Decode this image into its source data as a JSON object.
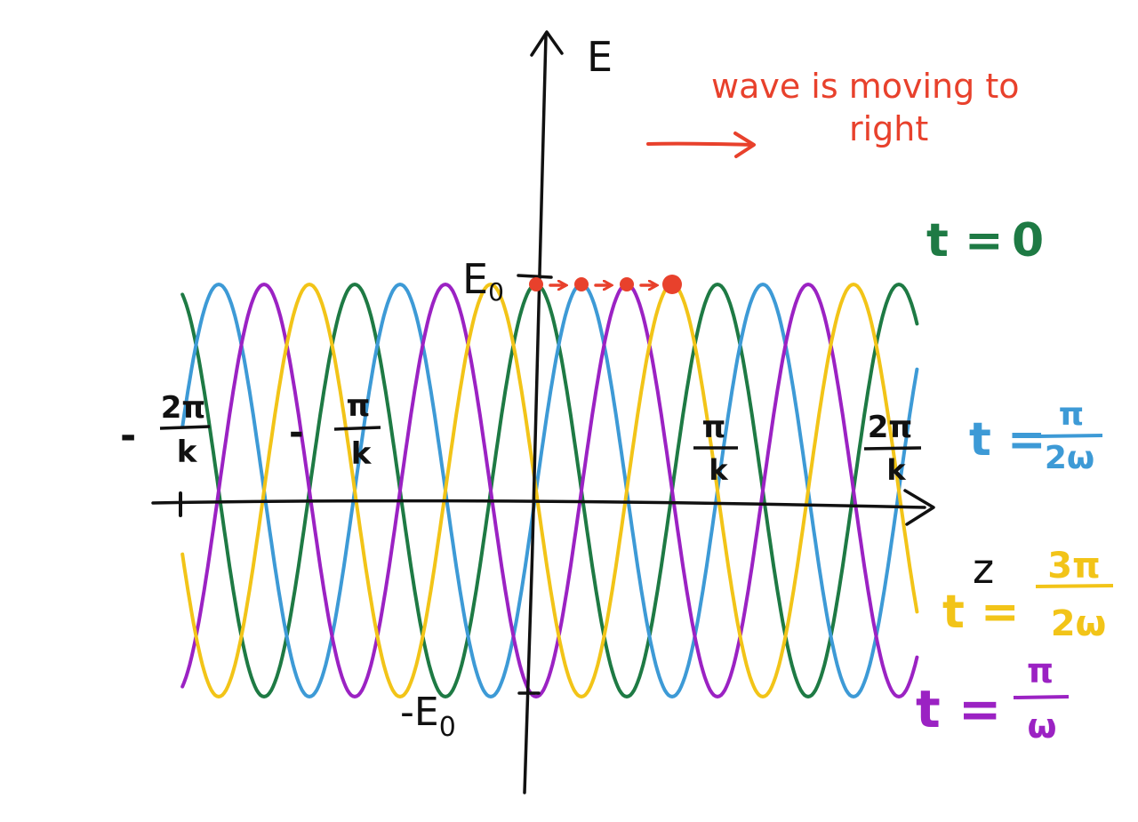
{
  "axes": {
    "y_label": "E",
    "x_label": "z",
    "amplitude_label": "E",
    "amplitude_sub": "0",
    "neg_amplitude_label": "-E",
    "neg_amplitude_sub": "0"
  },
  "ticks": [
    {
      "sign": "-",
      "num": "2π",
      "den": "k",
      "value_over_pi_k": -2
    },
    {
      "sign": "-",
      "num": "π",
      "den": "k",
      "value_over_pi_k": -1
    },
    {
      "sign": "",
      "num": "π",
      "den": "k",
      "value_over_pi_k": 1
    },
    {
      "sign": "",
      "num": "2π",
      "den": "k",
      "value_over_pi_k": 2
    }
  ],
  "annotation": {
    "line1": "wave is moving to",
    "line2": "right",
    "color": "#e8412c"
  },
  "series": [
    {
      "label_t": "t =",
      "label_value": "0",
      "label_num": "",
      "label_den": "",
      "phase_over_pi": 0,
      "color": "#1e7a44"
    },
    {
      "label_t": "t =",
      "label_value": "",
      "label_num": "π",
      "label_den": "2ω",
      "phase_over_pi": 0.5,
      "color": "#3d9ad6"
    },
    {
      "label_t": "t =",
      "label_value": "",
      "label_num": "π",
      "label_den": "ω",
      "phase_over_pi": 1,
      "color": "#9b22c3"
    },
    {
      "label_t": "t =",
      "label_value": "",
      "label_num": "3π",
      "label_den": "2ω",
      "phase_over_pi": 1.5,
      "color": "#f2c418"
    }
  ],
  "peak_marker_color": "#e8412c"
}
